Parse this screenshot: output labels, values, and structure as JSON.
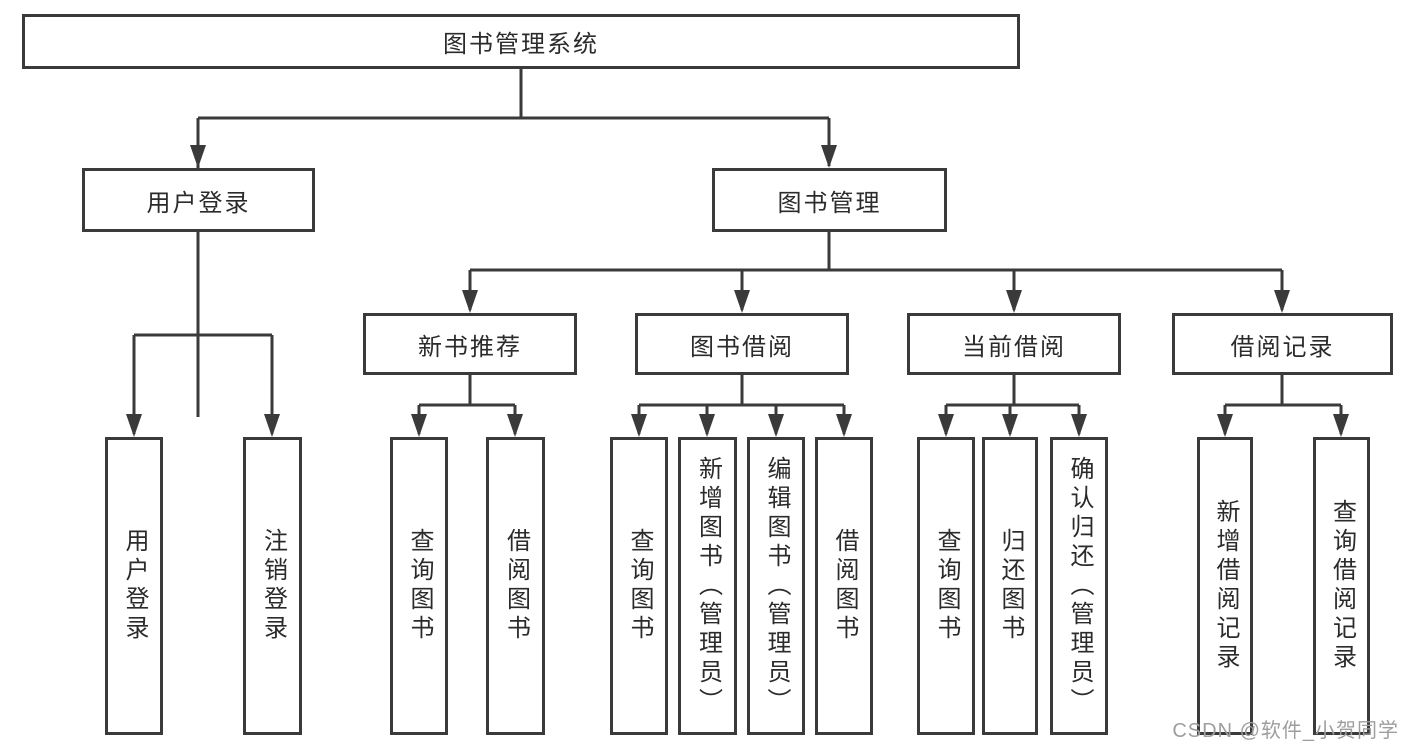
{
  "diagram": {
    "title": "图书管理系统",
    "type": "hierarchy-tree",
    "nodes": {
      "root": {
        "label": "图书管理系统"
      },
      "level2": [
        {
          "label": "用户登录",
          "parent": "图书管理系统"
        },
        {
          "label": "图书管理",
          "parent": "图书管理系统"
        }
      ],
      "level3": [
        {
          "label": "新书推荐",
          "parent": "图书管理"
        },
        {
          "label": "图书借阅",
          "parent": "图书管理"
        },
        {
          "label": "当前借阅",
          "parent": "图书管理"
        },
        {
          "label": "借阅记录",
          "parent": "图书管理"
        }
      ],
      "leaves": [
        {
          "label": "用户登录",
          "parent": "用户登录"
        },
        {
          "label": "注销登录",
          "parent": "用户登录"
        },
        {
          "label": "查询图书",
          "parent": "新书推荐"
        },
        {
          "label": "借阅图书",
          "parent": "新书推荐"
        },
        {
          "label": "查询图书",
          "parent": "图书借阅"
        },
        {
          "label": "新增图书（管理员）",
          "parent": "图书借阅"
        },
        {
          "label": "编辑图书（管理员）",
          "parent": "图书借阅"
        },
        {
          "label": "借阅图书",
          "parent": "图书借阅"
        },
        {
          "label": "查询图书",
          "parent": "当前借阅"
        },
        {
          "label": "归还图书",
          "parent": "当前借阅"
        },
        {
          "label": "确认归还（管理员）",
          "parent": "当前借阅"
        },
        {
          "label": "新增借阅记录",
          "parent": "借阅记录"
        },
        {
          "label": "查询借阅记录",
          "parent": "借阅记录"
        }
      ]
    }
  },
  "watermark": {
    "text": "CSDN @软件_小贺同学"
  },
  "colors": {
    "line": "#3a3a3a",
    "text": "#2b2b2b",
    "background": "#ffffff",
    "watermark": "#9e9e9e"
  }
}
